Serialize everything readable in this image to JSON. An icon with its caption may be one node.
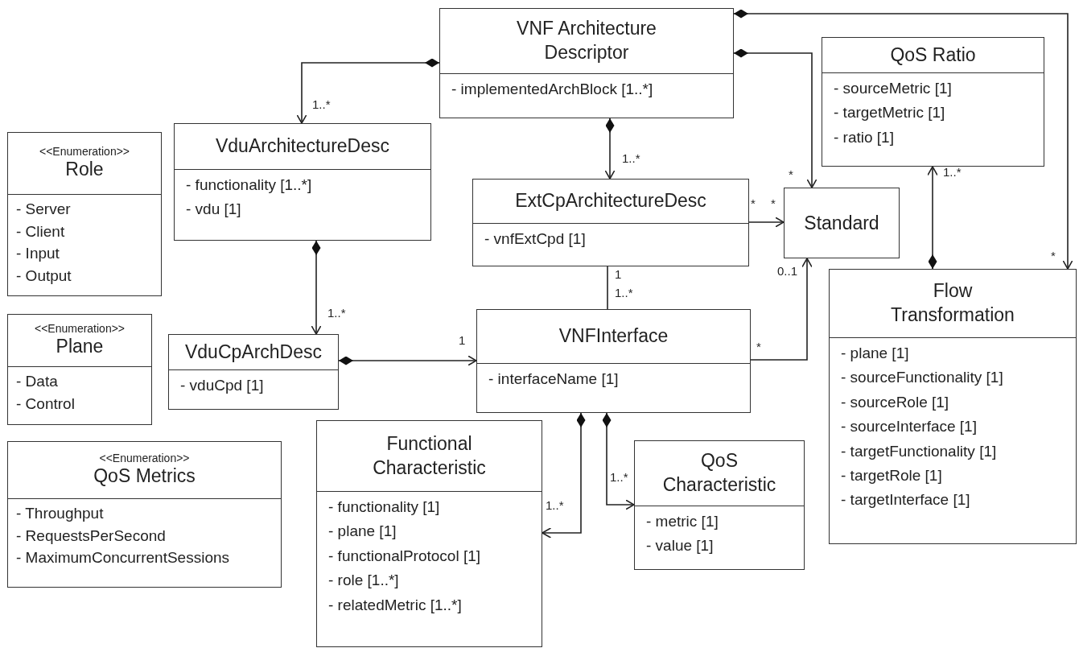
{
  "diagram": {
    "nodes": [
      {
        "text": [
          "VNF Architecture Descriptor",
          "- implementedArchBlock [1..*]"
        ]
      },
      {
        "text": [
          "<<Enumeration>>",
          "Role",
          "- Server",
          "- Client",
          "- Input",
          "- Output"
        ]
      },
      {
        "text": [
          "VduArchitectureDesc",
          "- functionality [1..*]",
          "- vdu [1]"
        ]
      },
      {
        "text": [
          "QoS Ratio",
          "- sourceMetric [1]",
          "- targetMetric [1]",
          "- ratio [1]"
        ]
      },
      {
        "text": [
          "ExtCpArchitectureDesc",
          "- vnfExtCpd [1]"
        ]
      },
      {
        "text": [
          "Standard"
        ]
      },
      {
        "text": [
          "<<Enumeration>>",
          "Plane",
          "- Data",
          "- Control"
        ]
      },
      {
        "text": [
          "Flow Transformation",
          "- plane [1]",
          "- sourceFunctionality [1]",
          "- sourceRole [1]",
          "- sourceInterface [1]",
          "- targetFunctionality [1]",
          "- targetRole [1]",
          "- targetInterface [1]"
        ]
      },
      {
        "text": [
          "VduCpArchDesc",
          "- vduCpd [1]"
        ]
      },
      {
        "text": [
          "VNFInterface",
          "- interfaceName [1]"
        ]
      },
      {
        "text": [
          "<<Enumeration>>",
          "QoS Metrics",
          "- Throughput",
          "- RequestsPerSecond",
          "- MaximumConcurrentSessions"
        ]
      },
      {
        "text": [
          "Functional Characteristic",
          "- functionality [1]",
          "- plane [1]",
          "- functionalProtocol [1]",
          "- role [1..*]",
          "- relatedMetric [1..*]"
        ]
      },
      {
        "text": [
          "QoS Characteristic",
          "- metric [1]",
          "- value [1]"
        ]
      }
    ],
    "edges": [
      {
        "from": 0,
        "to": 2,
        "arrow": "to"
      },
      {
        "from": 0,
        "to": 4,
        "arrow": "to"
      },
      {
        "from": 0,
        "to": 5,
        "arrow": "to"
      },
      {
        "from": 0,
        "to": 7,
        "arrow": "to"
      },
      {
        "from": 7,
        "to": 3,
        "arrow": "to"
      },
      {
        "from": 2,
        "to": 8,
        "arrow": "to"
      },
      {
        "from": 4,
        "to": 5,
        "arrow": "to"
      },
      {
        "from": 4,
        "to": 9,
        "arrow": "none"
      },
      {
        "from": 8,
        "to": 9,
        "arrow": "to"
      },
      {
        "from": 9,
        "to": 5,
        "arrow": "to"
      },
      {
        "from": 9,
        "to": 11,
        "arrow": "to"
      },
      {
        "from": 9,
        "to": 12,
        "arrow": "to"
      }
    ],
    "labels": [
      "1..*",
      "1..*",
      "*",
      "1..*",
      "*",
      "*",
      "1",
      "1..*",
      "1..*",
      "0..1",
      "*",
      "1",
      "*",
      "1..*",
      "1..*"
    ]
  }
}
